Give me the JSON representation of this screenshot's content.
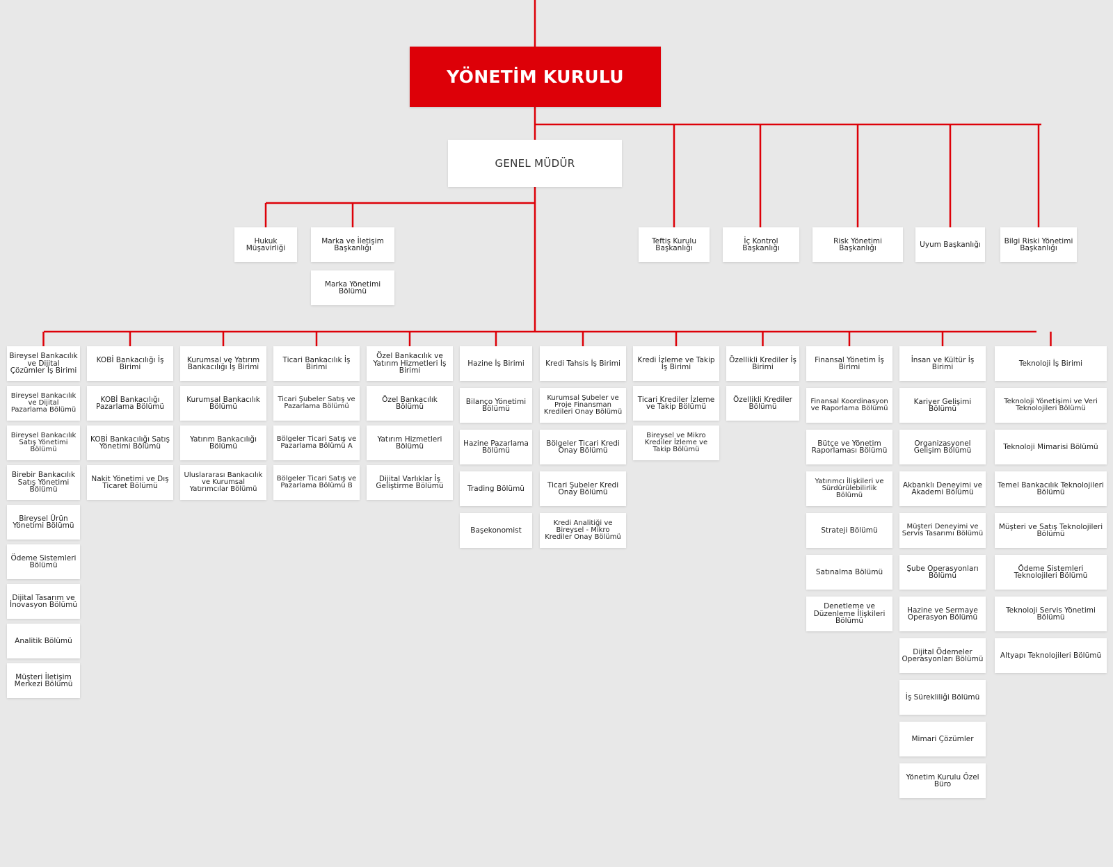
{
  "board": "YÖNETİM KURULU",
  "general_manager": "GENEL MÜDÜR",
  "line_color": "#dd0008",
  "gm_staff": [
    "Hukuk Müşavirliği",
    "Marka ve İletişim Başkanlığı",
    "Marka Yönetimi Bölümü"
  ],
  "board_units": [
    "Teftiş Kurulu Başkanlığı",
    "İç Kontrol Başkanlığı",
    "Risk Yönetimi Başkanlığı",
    "Uyum Başkanlığı",
    "Bilgi Riski Yönetimi Başkanlığı"
  ],
  "divisions": [
    {
      "head": "Bireysel Bankacılık ve Dijital Çözümler İş Birimi",
      "items": [
        "Bireysel Bankacılık ve Dijital Pazarlama Bölümü",
        "Bireysel Bankacılık Satış Yönetimi Bölümü",
        "Birebir Bankacılık Satış Yönetimi Bölümü",
        "Bireysel Ürün Yönetimi Bölümü",
        "Ödeme Sistemleri Bölümü",
        "Dijital Tasarım ve İnovasyon Bölümü",
        "Analitik Bölümü",
        "Müşteri İletişim Merkezi Bölümü"
      ]
    },
    {
      "head": "KOBİ Bankacılığı İş Birimi",
      "items": [
        "KOBİ Bankacılığı Pazarlama Bölümü",
        "KOBİ Bankacılığı Satış Yönetimi Bölümü",
        "Nakit Yönetimi ve Dış Ticaret Bölümü"
      ]
    },
    {
      "head": "Kurumsal ve Yatırım Bankacılığı İş Birimi",
      "items": [
        "Kurumsal Bankacılık Bölümü",
        "Yatırım Bankacılığı Bölümü",
        "Uluslararası Bankacılık ve Kurumsal Yatırımcılar Bölümü"
      ]
    },
    {
      "head": "Ticari Bankacılık İş Birimi",
      "items": [
        "Ticari Şubeler  Satış ve Pazarlama Bölümü",
        "Bölgeler Ticari Satış ve Pazarlama Bölümü A",
        "Bölgeler Ticari Satış ve Pazarlama Bölümü B"
      ]
    },
    {
      "head": "Özel Bankacılık ve Yatırım Hizmetleri İş Birimi",
      "items": [
        "Özel Bankacılık Bölümü",
        "Yatırım Hizmetleri Bölümü",
        "Dijital Varlıklar İş Geliştirme Bölümü"
      ]
    },
    {
      "head": "Hazine İş Birimi",
      "items": [
        "Bilanço Yönetimi Bölümü",
        "Hazine Pazarlama Bölümü",
        "Trading Bölümü",
        "Başekonomist"
      ]
    },
    {
      "head": "Kredi Tahsis İş Birimi",
      "items": [
        "Kurumsal Şubeler ve Proje Finansman Kredileri Onay Bölümü",
        "Bölgeler Ticari Kredi Onay Bölümü",
        "Ticari Şubeler Kredi Onay Bölümü",
        "Kredi Analitiği ve Bireysel - Mikro Krediler Onay Bölümü"
      ]
    },
    {
      "head": "Kredi İzleme ve Takip İş Birimi",
      "items": [
        "Ticari Krediler İzleme ve Takip Bölümü",
        "Bireysel ve Mikro Krediler İzleme ve Takip Bölümü"
      ]
    },
    {
      "head": "Özellikli Krediler İş Birimi",
      "items": [
        "Özellikli Krediler Bölümü"
      ]
    },
    {
      "head": "Finansal Yönetim İş Birimi",
      "items": [
        "Finansal Koordinasyon ve Raporlama Bölümü",
        "Bütçe ve Yönetim Raporlaması Bölümü",
        "Yatırımcı İlişkileri ve Sürdürülebilirlik Bölümü",
        "Strateji Bölümü",
        "Satınalma Bölümü",
        "Denetleme ve Düzenleme İlişkileri Bölümü"
      ]
    },
    {
      "head": "İnsan ve Kültür İş Birimi",
      "items": [
        "Kariyer Gelişimi Bölümü",
        "Organizasyonel Gelişim Bölümü",
        "Akbanklı Deneyimi ve Akademi Bölümü",
        "Müşteri Deneyimi ve Servis Tasarımı Bölümü",
        "Şube Operasyonları Bölümü",
        "Hazine ve Sermaye Operasyon Bölümü",
        "Dijital Ödemeler Operasyonları Bölümü",
        "İş Sürekliliği Bölümü",
        "Mimari Çözümler",
        "Yönetim Kurulu Özel Büro"
      ]
    },
    {
      "head": "Teknoloji İş Birimi",
      "items": [
        "Teknoloji Yönetişimi ve Veri Teknolojileri Bölümü",
        "Teknoloji Mimarisi Bölümü",
        "Temel Bankacılık Teknolojileri Bölümü",
        "Müşteri ve Satış Teknolojileri Bölümü",
        "Ödeme Sistemleri Teknolojileri Bölümü",
        "Teknoloji Servis Yönetimi Bölümü",
        "Altyapı Teknolojileri Bölümü"
      ]
    }
  ]
}
